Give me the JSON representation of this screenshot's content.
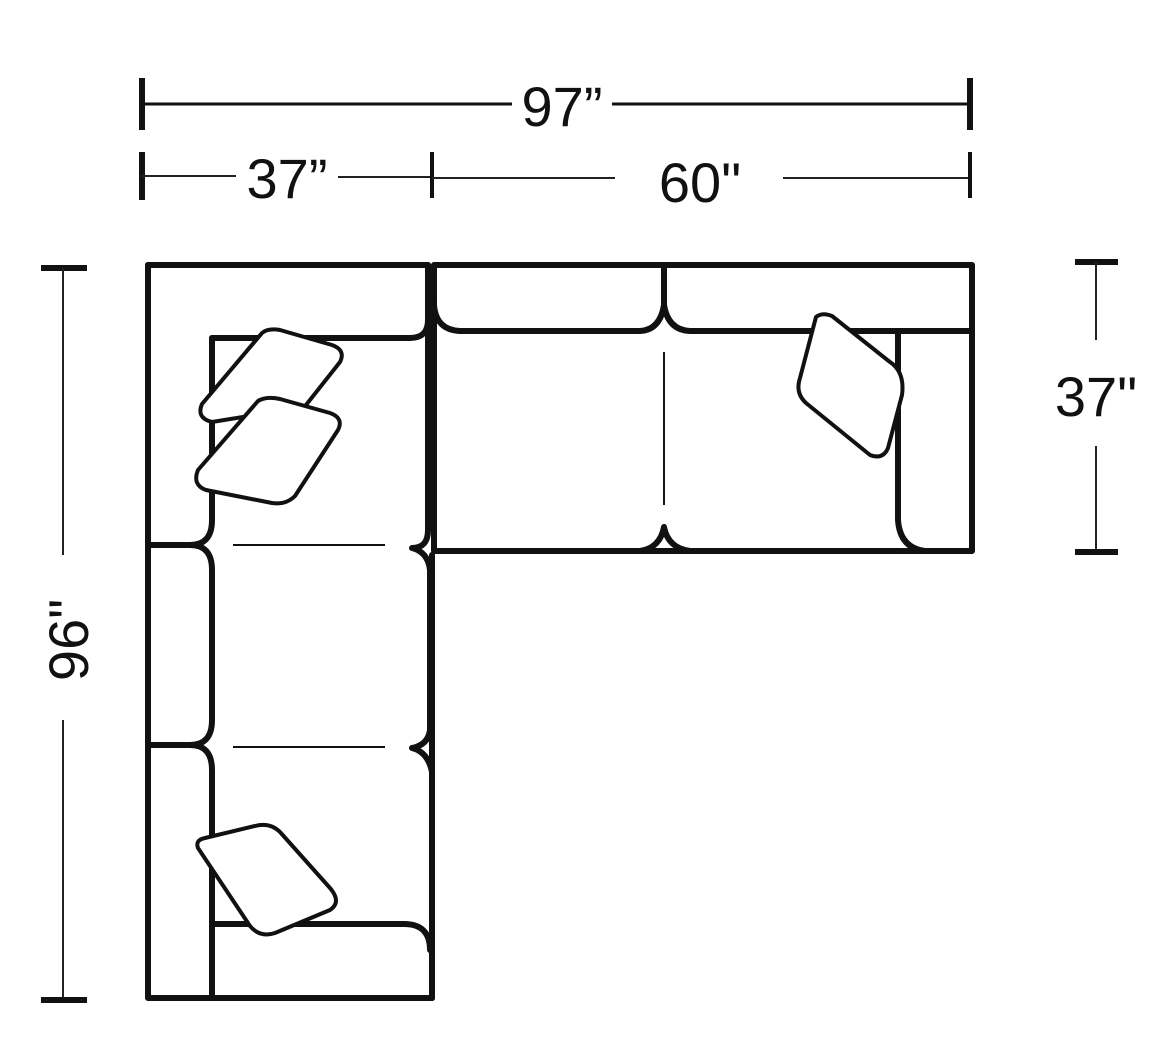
{
  "diagram": {
    "title": "L-shaped sectional sofa dimension diagram",
    "colors": {
      "line": "#111111",
      "background": "#ffffff"
    },
    "dimensions": {
      "overall_width": {
        "label": "97”",
        "value_in": 97
      },
      "left_section_width": {
        "label": "37”",
        "value_in": 37
      },
      "right_section_width": {
        "label": "60\"",
        "value_in": 60
      },
      "right_section_depth": {
        "label": "37\"",
        "value_in": 37
      },
      "overall_length": {
        "label": "96\"",
        "value_in": 96
      }
    },
    "sections": [
      {
        "name": "left-arm-chaise",
        "pillows": 1
      },
      {
        "name": "armless-chair",
        "pillows": 0
      },
      {
        "name": "corner",
        "pillows": 2
      },
      {
        "name": "right-arm-loveseat",
        "pillows": 1,
        "seat_cushions": 2
      }
    ]
  }
}
